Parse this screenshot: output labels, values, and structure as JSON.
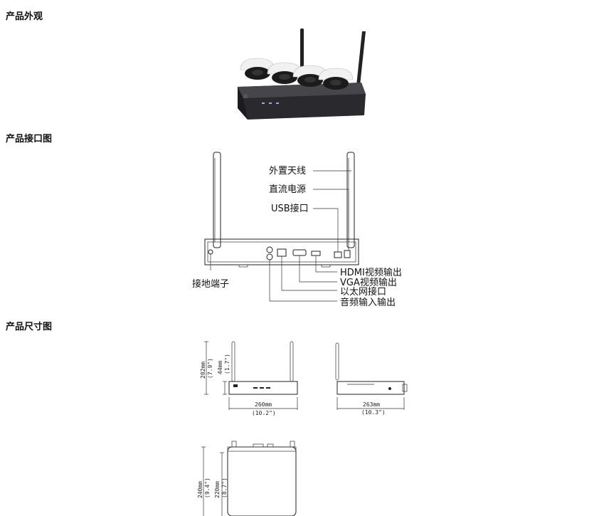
{
  "sections": {
    "appearance": {
      "title": "产品外观"
    },
    "interfaces": {
      "title": "产品接口图"
    },
    "dimensions": {
      "title": "产品尺寸图"
    }
  },
  "interface_labels": {
    "antenna": "外置天线",
    "dc_power": "直流电源",
    "usb": "USB接口",
    "ground": "接地端子",
    "hdmi": "HDMI视频输出",
    "vga": "VGA视频输出",
    "ethernet": "以太网接口",
    "audio": "音频输入输出"
  },
  "dimension_labels": {
    "height_total_mm": "202mm",
    "height_total_in": "(7.9\")",
    "height_body_mm": "44mm",
    "height_body_in": "(1.7\")",
    "width_mm": "260mm",
    "width_in": "(10.2\")",
    "depth_mm": "263mm",
    "depth_in": "(10.3\")",
    "top_depth_mm": "240mm",
    "top_depth_in": "(9.4\")",
    "top_inner_mm": "220mm",
    "top_inner_in": "(8.7\")"
  },
  "colors": {
    "nvr_body": "#2a2a2e",
    "camera_white": "#f1f1f1",
    "camera_lens": "#1b1b1b"
  }
}
